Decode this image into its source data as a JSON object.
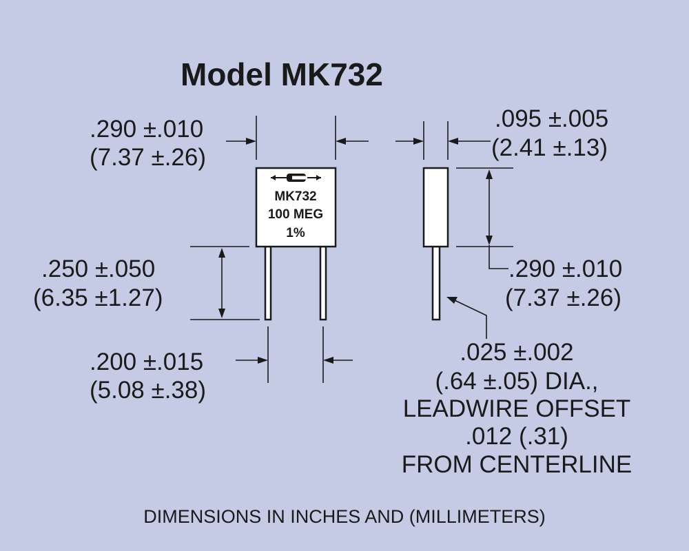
{
  "title": "Model MK732",
  "component": {
    "logo_icon": "caddock-c-logo-icon",
    "lines": [
      "MK732",
      "100 MEG",
      "1%"
    ]
  },
  "dimensions": {
    "width": {
      "inches": ".290 ±.010",
      "mm": "(7.37 ±.26)"
    },
    "thickness": {
      "inches": ".095 ±.005",
      "mm": "(2.41 ±.13)"
    },
    "lead_length": {
      "inches": ".250  ±.050",
      "mm": "(6.35 ±1.27)"
    },
    "height": {
      "inches": ".290 ±.010",
      "mm": "(7.37 ±.26)"
    },
    "lead_spacing": {
      "inches": ".200 ±.015",
      "mm": "(5.08 ±.38)"
    }
  },
  "lead_note": [
    ".025 ±.002",
    "(.64 ±.05) DIA.,",
    "LEADWIRE OFFSET",
    ".012 (.31)",
    "FROM CENTERLINE"
  ],
  "footer": "DIMENSIONS IN INCHES AND (MILLIMETERS)",
  "colors": {
    "background": "#c5cbe5",
    "ink": "#1a1a1a",
    "part": "#ffffff"
  }
}
